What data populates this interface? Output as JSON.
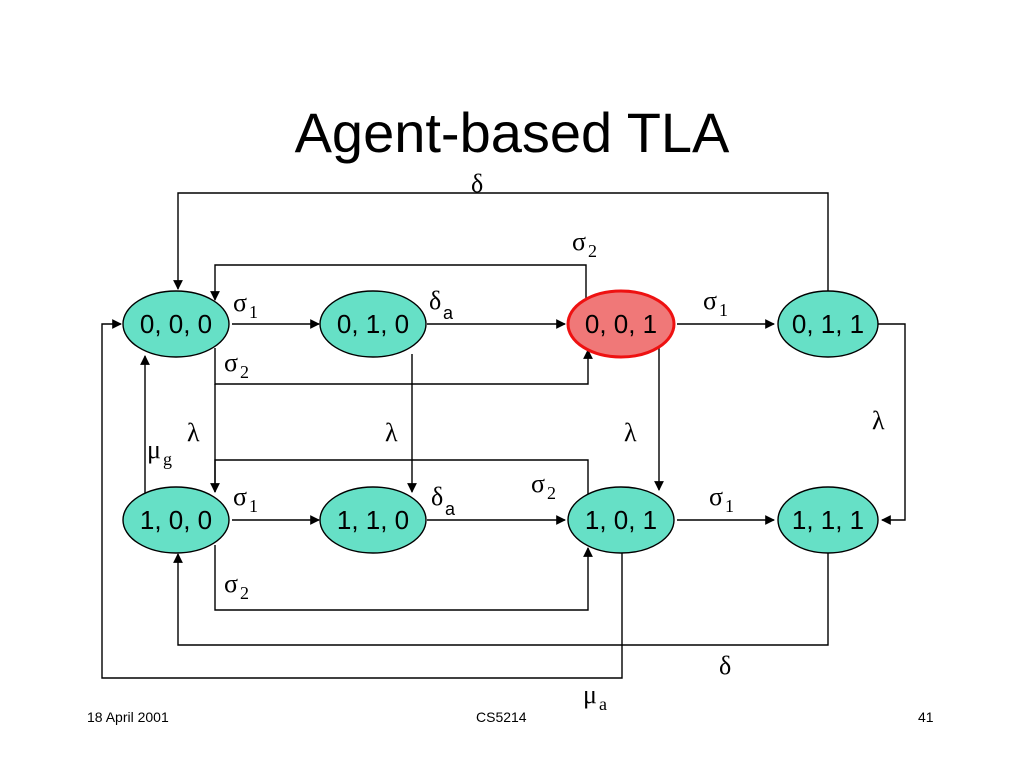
{
  "title": "Agent-based TLA",
  "nodes": [
    {
      "id": "n000",
      "label": "0, 0, 0",
      "highlight": false
    },
    {
      "id": "n010",
      "label": "0, 1, 0",
      "highlight": false
    },
    {
      "id": "n001",
      "label": "0, 0, 1",
      "highlight": true
    },
    {
      "id": "n011",
      "label": "0, 1, 1",
      "highlight": false
    },
    {
      "id": "n100",
      "label": "1, 0, 0",
      "highlight": false
    },
    {
      "id": "n110",
      "label": "1, 1, 0",
      "highlight": false
    },
    {
      "id": "n101",
      "label": "1, 0, 1",
      "highlight": false
    },
    {
      "id": "n111",
      "label": "1, 1, 1",
      "highlight": false
    }
  ],
  "edge_labels": {
    "delta_top": "δ",
    "sigma2_top": "σ",
    "sigma2_top_sub": "2",
    "sigma1_r1_a": "σ",
    "sigma1_r1_a_sub": "1",
    "delta_a_r1": "δ",
    "delta_a_r1_sub": "a",
    "sigma1_r1_b": "σ",
    "sigma1_r1_b_sub": "1",
    "sigma2_r1": "σ",
    "sigma2_r1_sub": "2",
    "lambda_1": "λ",
    "lambda_2": "λ",
    "lambda_3": "λ",
    "lambda_4": "λ",
    "mu_g": "μ",
    "mu_g_sub": "g",
    "sigma2_mid": "σ",
    "sigma2_mid_sub": "2",
    "sigma1_r2_a": "σ",
    "sigma1_r2_a_sub": "1",
    "delta_a_r2": "δ",
    "delta_a_r2_sub": "a",
    "sigma1_r2_b": "σ",
    "sigma1_r2_b_sub": "1",
    "sigma2_bottom": "σ",
    "sigma2_bottom_sub": "2",
    "delta_bottom": "δ",
    "mu_a": "μ",
    "mu_a_sub": "a"
  },
  "footer": {
    "date": "18 April 2001",
    "course": "CS5214",
    "page": "41"
  },
  "colors": {
    "node_fill": "#66e0c6",
    "node_highlight_fill": "#f07878",
    "node_highlight_stroke": "#ee1111",
    "line": "#000000"
  }
}
